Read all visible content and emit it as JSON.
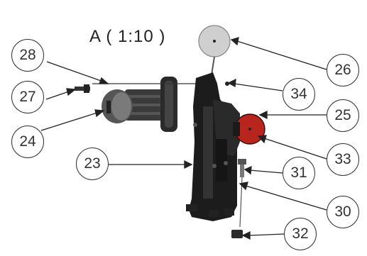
{
  "view_title": "A ( 1:10 )",
  "balloons": [
    {
      "id": "b28",
      "label": "28"
    },
    {
      "id": "b27",
      "label": "27"
    },
    {
      "id": "b24",
      "label": "24"
    },
    {
      "id": "b23",
      "label": "23"
    },
    {
      "id": "b26",
      "label": "26"
    },
    {
      "id": "b34",
      "label": "34"
    },
    {
      "id": "b25",
      "label": "25"
    },
    {
      "id": "b33",
      "label": "33"
    },
    {
      "id": "b31",
      "label": "31"
    },
    {
      "id": "b30",
      "label": "30"
    },
    {
      "id": "b32",
      "label": "32"
    }
  ],
  "colors": {
    "part_dark": "#1c1c1c",
    "part_grey": "#6a6a6a",
    "disc_light": "#cfcfcf",
    "disc_red": "#b8251d",
    "leader": "#222222"
  }
}
